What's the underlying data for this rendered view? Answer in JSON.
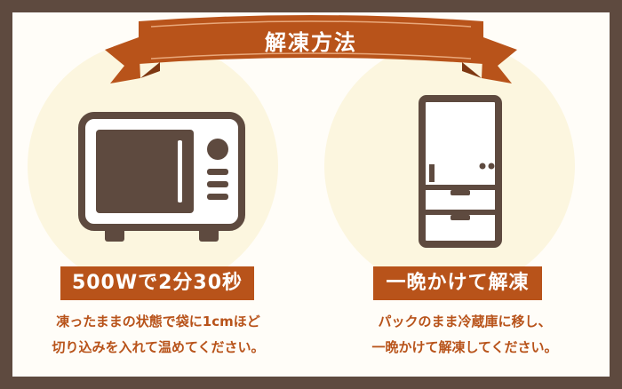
{
  "colors": {
    "accent": "#b8531a",
    "icon": "#5e4a3f",
    "glow": "#fcf6df",
    "frame": "#5e4a3f",
    "background": "#fffdf8"
  },
  "banner": {
    "title": "解凍方法"
  },
  "methods": [
    {
      "icon": "microwave-icon",
      "label": "500Wで2分30秒",
      "lines": [
        "凍ったままの状態で袋に1cmほど",
        "切り込みを入れて温めてください。"
      ]
    },
    {
      "icon": "refrigerator-icon",
      "label": "一晩かけて解凍",
      "lines": [
        "パックのまま冷蔵庫に移し、",
        "一晩かけて解凍してください。"
      ]
    }
  ]
}
